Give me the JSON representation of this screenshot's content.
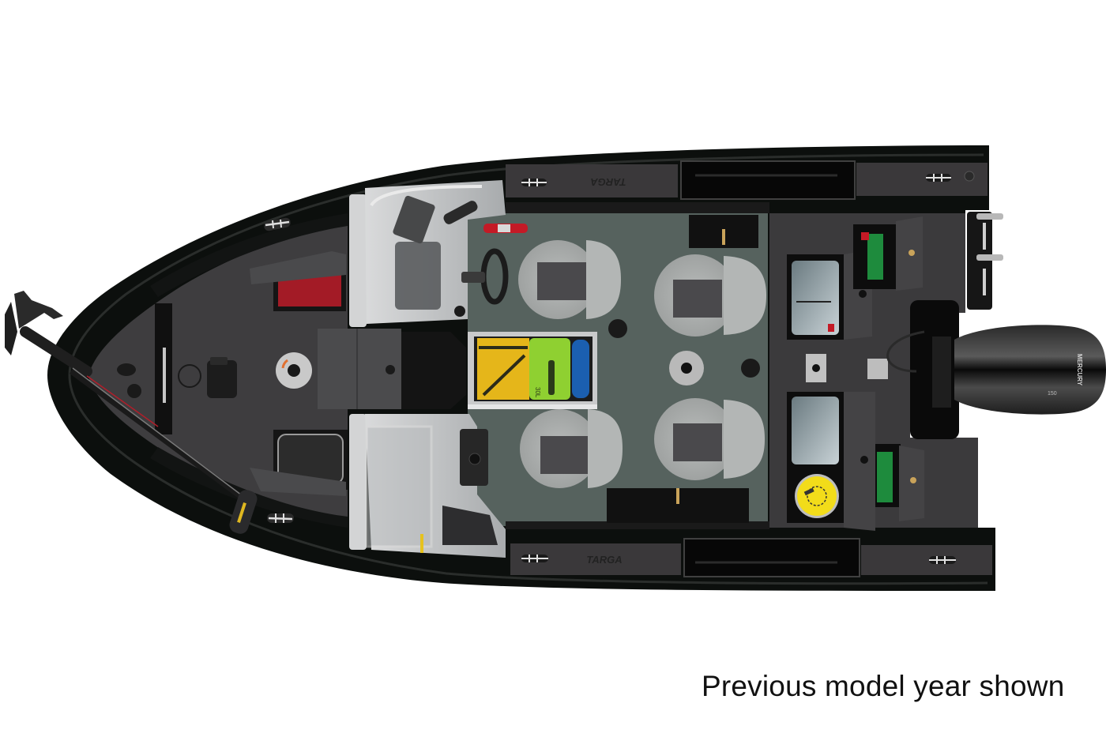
{
  "image": {
    "subject": "Top-down view of fishing boat layout",
    "caption": "Previous model year shown",
    "brand_decal": "TARGA",
    "motor_brand": "MERCURY",
    "motor_hp": "150",
    "drybag_label": "30L"
  },
  "colors": {
    "background": "#ffffff",
    "hull": "#0c0f0d",
    "gunwale_panel": "#3a383a",
    "bow_carpet": "#3e3d3f",
    "cockpit_floor": "#56625e",
    "rear_deck_carpet": "#3b3a3c",
    "console": "#c9cbcc",
    "seat_outer": "#a9acab",
    "seat_inner": "#4a494c",
    "motor": "#141414",
    "yellow_bag": "#e5b61a",
    "green_bag": "#8fd031",
    "blue_bottle": "#1b5fb0",
    "yellow_lid": "#f2dc1a",
    "red_extinguisher": "#c41a26",
    "battery_green": "#1e8b3d",
    "caption_text": "#111111"
  },
  "components": {
    "trolling_motor": "Bow-mounted trolling motor",
    "fuel_fill": "Yellow fuel fill cap",
    "livewells": [
      "Port livewell",
      "Starboard livewell"
    ],
    "rod_lockers": [
      "Port rod locker",
      "Starboard rod locker"
    ],
    "seats": [
      "Driver seat",
      "Passenger seat",
      "Rear seat port",
      "Rear seat starboard"
    ],
    "consoles": [
      "Driver console with windshield",
      "Passenger console with windshield"
    ],
    "batteries": [
      "Battery compartment port",
      "Battery compartment starboard"
    ]
  }
}
